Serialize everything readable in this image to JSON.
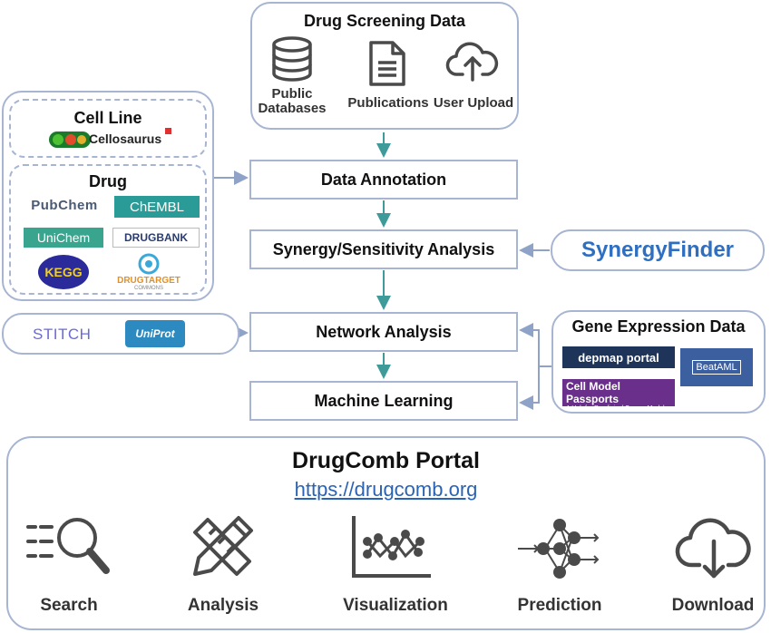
{
  "screening": {
    "title": "Drug Screening Data",
    "public_databases": "Public\nDatabases",
    "publications": "Publications",
    "user_upload": "User Upload"
  },
  "cell_line": {
    "title": "Cell Line",
    "cellosaurus": "Cellosaurus"
  },
  "drug": {
    "title": "Drug",
    "pubchem": "PubChem",
    "chembl": "ChEMBL",
    "unichem": "UniChem",
    "drugbank": "DRUGBANK",
    "kegg": "KEGG",
    "drugtarget": "DRUGTARGET",
    "drugtarget_sub": "COMMONS"
  },
  "pipeline": {
    "data_annotation": "Data Annotation",
    "synergy_analysis": "Synergy/Sensitivity Analysis",
    "network_analysis": "Network Analysis",
    "machine_learning": "Machine Learning"
  },
  "synergyfinder": "SynergyFinder",
  "network_sources": {
    "stitch": "STITCH",
    "uniprot": "UniProt"
  },
  "gene_expression": {
    "title": "Gene Expression Data",
    "depmap": "depmap portal",
    "beataml": "BeatAML",
    "cmp_title": "Cell Model Passports",
    "cmp_sub": "A Hub for Preclinical Cancer Models"
  },
  "portal": {
    "title": "DrugComb Portal",
    "url": "https://drugcomb.org",
    "features": {
      "search": "Search",
      "analysis": "Analysis",
      "visualization": "Visualization",
      "prediction": "Prediction",
      "download": "Download"
    }
  },
  "colors": {
    "border": "#a7b5d3",
    "arrow_teal": "#3f9a9a",
    "connector": "#8fa3c8",
    "link": "#2b63b4",
    "icon_gray": "#555555"
  }
}
